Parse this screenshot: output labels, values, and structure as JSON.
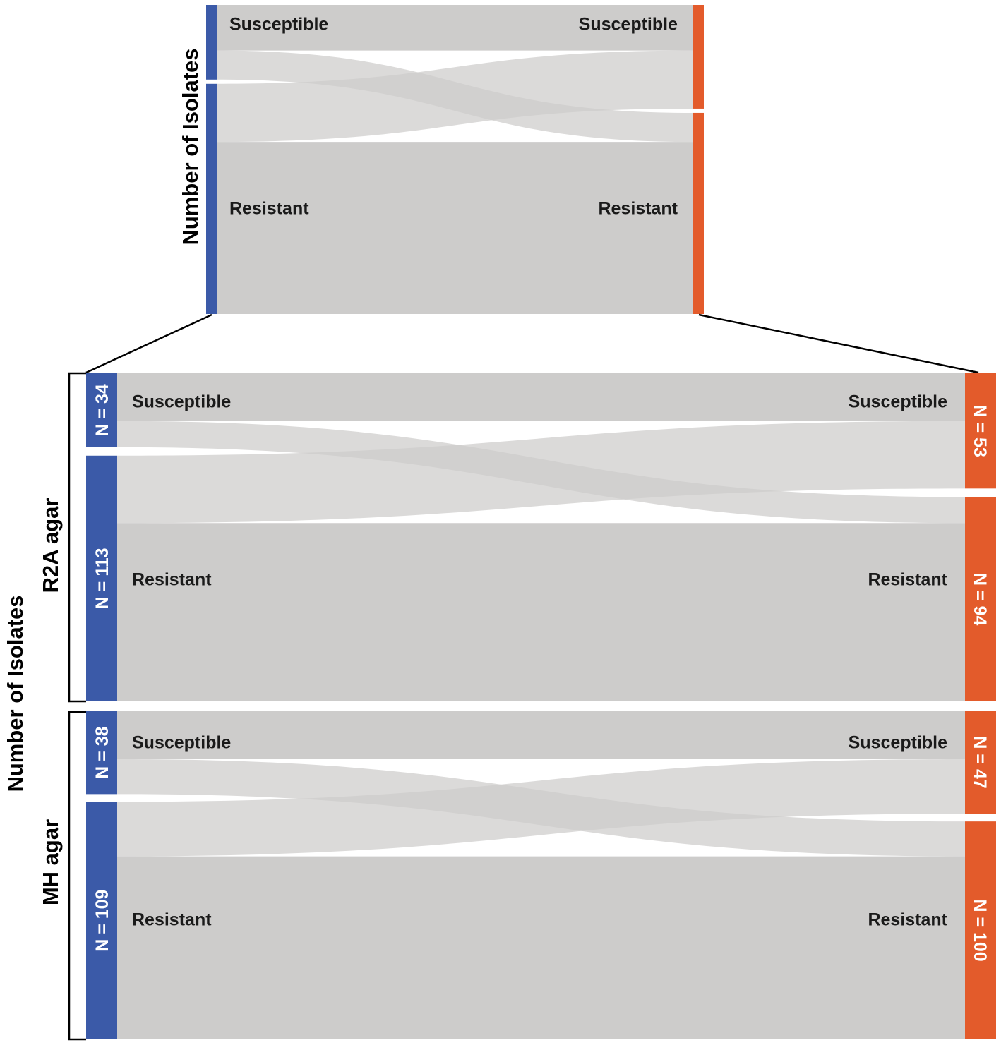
{
  "colors": {
    "left_node": "#3b5aa8",
    "right_node": "#e35b2b",
    "flow": "#cdcccb",
    "flow_overlap": "#a3a3a3",
    "line": "#000000"
  },
  "labels": {
    "number_of_isolates": "Number of Isolates",
    "susceptible": "Susceptible",
    "resistant": "Resistant"
  },
  "chart_data": [
    {
      "type": "sankey",
      "panel": "overview",
      "ylabel": "Number of Isolates",
      "left": [
        {
          "name": "Susceptible",
          "value": 72
        },
        {
          "name": "Resistant",
          "value": 222
        }
      ],
      "right": [
        {
          "name": "Susceptible",
          "value": 100
        },
        {
          "name": "Resistant",
          "value": 194
        }
      ],
      "flows": [
        {
          "from": "Susceptible",
          "to": "Susceptible",
          "value": 44
        },
        {
          "from": "Susceptible",
          "to": "Resistant",
          "value": 28
        },
        {
          "from": "Resistant",
          "to": "Susceptible",
          "value": 56
        },
        {
          "from": "Resistant",
          "to": "Resistant",
          "value": 166
        }
      ]
    },
    {
      "type": "sankey",
      "panel": "R2A agar",
      "group_label": "R2A agar",
      "left": [
        {
          "name": "Susceptible",
          "value": 34,
          "n_label": "N = 34"
        },
        {
          "name": "Resistant",
          "value": 113,
          "n_label": "N = 113"
        }
      ],
      "right": [
        {
          "name": "Susceptible",
          "value": 53,
          "n_label": "N = 53"
        },
        {
          "name": "Resistant",
          "value": 94,
          "n_label": "N = 94"
        }
      ],
      "flows": [
        {
          "from": "Susceptible",
          "to": "Susceptible",
          "value": 22
        },
        {
          "from": "Susceptible",
          "to": "Resistant",
          "value": 12
        },
        {
          "from": "Resistant",
          "to": "Susceptible",
          "value": 31
        },
        {
          "from": "Resistant",
          "to": "Resistant",
          "value": 82
        }
      ]
    },
    {
      "type": "sankey",
      "panel": "MH agar",
      "group_label": "MH agar",
      "left": [
        {
          "name": "Susceptible",
          "value": 38,
          "n_label": "N = 38"
        },
        {
          "name": "Resistant",
          "value": 109,
          "n_label": "N = 109"
        }
      ],
      "right": [
        {
          "name": "Susceptible",
          "value": 47,
          "n_label": "N = 47"
        },
        {
          "name": "Resistant",
          "value": 100,
          "n_label": "N = 100"
        }
      ],
      "flows": [
        {
          "from": "Susceptible",
          "to": "Susceptible",
          "value": 22
        },
        {
          "from": "Susceptible",
          "to": "Resistant",
          "value": 16
        },
        {
          "from": "Resistant",
          "to": "Susceptible",
          "value": 25
        },
        {
          "from": "Resistant",
          "to": "Resistant",
          "value": 84
        }
      ]
    }
  ]
}
